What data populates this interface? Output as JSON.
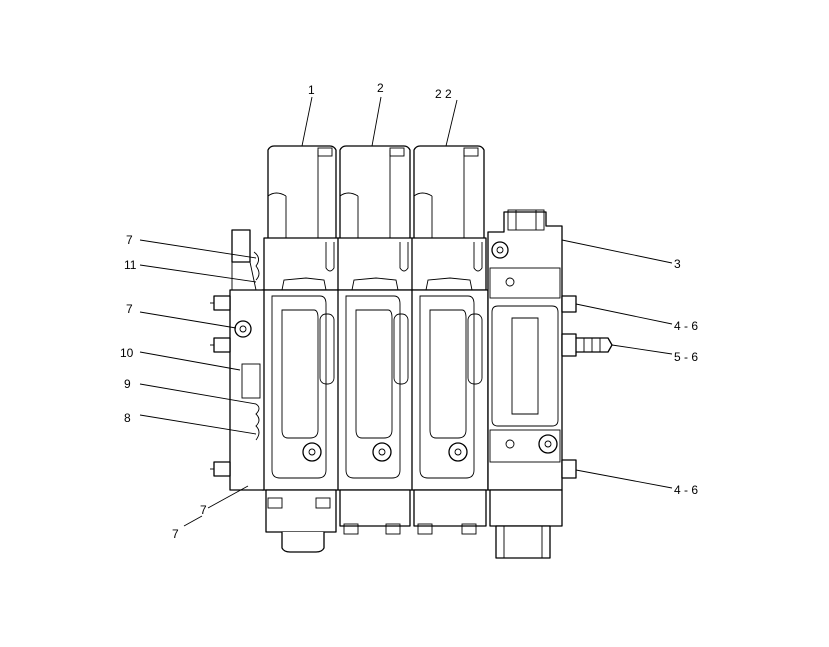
{
  "labels": {
    "l1": "1",
    "l2": "2",
    "l22": "2  2",
    "l3": "3",
    "l46a": "4 - 6",
    "l56": "5 - 6",
    "l46b": "4 - 6",
    "l7a": "7",
    "l11": "11",
    "l7b": "7",
    "l10": "10",
    "l9": "9",
    "l8": "8",
    "l7c": "7",
    "l7d": "7"
  }
}
